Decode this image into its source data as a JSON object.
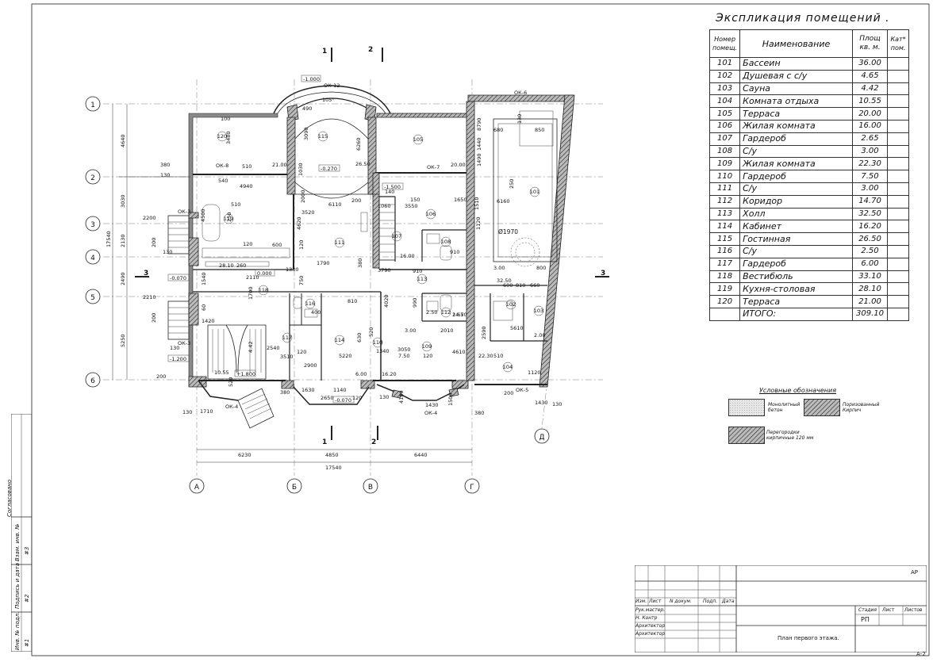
{
  "explication": {
    "title": "Экспликация помещений .",
    "header": {
      "num": "Номер помещ.",
      "name": "Наименование",
      "area": "Площ кв. м.",
      "cat": "Кат* пом."
    },
    "rows": [
      {
        "num": "101",
        "name": "Бассеин",
        "area": "36.00"
      },
      {
        "num": "102",
        "name": "Душевая с с/у",
        "area": "4.65"
      },
      {
        "num": "103",
        "name": "Сауна",
        "area": "4.42"
      },
      {
        "num": "104",
        "name": "Комната отдыха",
        "area": "10.55"
      },
      {
        "num": "105",
        "name": "Терраса",
        "area": "20.00"
      },
      {
        "num": "106",
        "name": "Жилая комната",
        "area": "16.00"
      },
      {
        "num": "107",
        "name": "Гардероб",
        "area": "2.65"
      },
      {
        "num": "108",
        "name": "С/у",
        "area": "3.00"
      },
      {
        "num": "109",
        "name": "Жилая комната",
        "area": "22.30"
      },
      {
        "num": "110",
        "name": "Гардероб",
        "area": "7.50"
      },
      {
        "num": "111",
        "name": "С/у",
        "area": "3.00"
      },
      {
        "num": "112",
        "name": "Коридор",
        "area": "14.70"
      },
      {
        "num": "113",
        "name": "Холл",
        "area": "32.50"
      },
      {
        "num": "114",
        "name": "Кабинет",
        "area": "16.20"
      },
      {
        "num": "115",
        "name": "Гостинная",
        "area": "26.50"
      },
      {
        "num": "116",
        "name": "С/у",
        "area": "2.50"
      },
      {
        "num": "117",
        "name": "Гардероб",
        "area": "6.00"
      },
      {
        "num": "118",
        "name": "Вестибюль",
        "area": "33.10"
      },
      {
        "num": "119",
        "name": "Кухня-столовая",
        "area": "28.10"
      },
      {
        "num": "120",
        "name": "Терраса",
        "area": "21.00"
      }
    ],
    "total_label": "ИТОГО:",
    "total_area": "309.10"
  },
  "legend": {
    "title": "Условные обозначения",
    "items": [
      "Монолитный бетон",
      "Поризованный Кирпич",
      "Перегородки кирпичные 120 мм"
    ]
  },
  "stamp": {
    "code": "АР",
    "cols": [
      "Изм.",
      "Лист",
      "N докум.",
      "Подп.",
      "Дата"
    ],
    "roles": [
      "Рук.мастер.",
      "Н. Контр",
      "Архитектор",
      "Архитектор"
    ],
    "stage_labels": [
      "Стадия",
      "Лист",
      "Листов"
    ],
    "stage": "РП",
    "drawing_title": "План первого этажа."
  },
  "sidebar": {
    "labels": [
      "Согласовано",
      "Взам. инв. №",
      "Подпись и дата",
      "Инв. № подл."
    ],
    "marks": [
      "#3",
      "#2",
      "#1"
    ]
  },
  "sheet_no": "А-2",
  "plan": {
    "axes_rows": [
      "1",
      "2",
      "3",
      "4",
      "5",
      "6"
    ],
    "axes_cols": [
      "А",
      "Б",
      "В",
      "Г",
      "Д"
    ],
    "sections": [
      "1",
      "2",
      "3"
    ],
    "left_dims": [
      "4640",
      "3030",
      "2130",
      "2490",
      "5250",
      "17540"
    ],
    "bottom_dims": [
      "6230",
      "4850",
      "6440",
      "17540"
    ],
    "levels": [
      "-1.000",
      "-0.270",
      "-1.500",
      "-0.070",
      "-1.200",
      "+1.800",
      "0.000",
      "-0.070"
    ],
    "windows": [
      "ОК-12",
      "ОК-6",
      "ОК-8",
      "ОК-7",
      "ОК-3",
      "ОК-3",
      "ОК-4",
      "ОК-4",
      "ОК-5"
    ],
    "rooms": [
      "120",
      "115",
      "105",
      "119",
      "111",
      "106",
      "107",
      "108",
      "101",
      "118",
      "117",
      "116",
      "114",
      "110",
      "109",
      "113",
      "112",
      "102",
      "103",
      "104"
    ],
    "circle_label": "Ø1970",
    "dim_texts": [
      "100",
      "3480",
      "490",
      "105°",
      "3090",
      "6260",
      "26.50",
      "380",
      "130",
      "540",
      "510",
      "21.00",
      "20.00",
      "4940",
      "1030",
      "2000",
      "200",
      "140",
      "150",
      "3550",
      "1060",
      "1650",
      "510",
      "6110",
      "4620",
      "1510",
      "1120",
      "6160",
      "250",
      "8790",
      "1440",
      "1490",
      "680",
      "130",
      "850",
      "250",
      "4500",
      "3520",
      "120",
      "600",
      "28.10",
      "260",
      "120",
      "1330",
      "1790",
      "380",
      "3790",
      "910",
      "910",
      "16.00",
      "2.65",
      "3.00",
      "800",
      "750",
      "2110",
      "32.50",
      "600",
      "810",
      "660",
      "1540",
      "1700",
      "4020",
      "990",
      "810",
      "60",
      "1420",
      "400",
      "2.50",
      "14.70",
      "3.00",
      "2010",
      "2590",
      "5610",
      "2.00",
      "4.42",
      "2540",
      "120",
      "630",
      "5220",
      "3050",
      "120",
      "4610",
      "510",
      "3510",
      "2900",
      "6.00",
      "16.20",
      "7.50",
      "22.30",
      "1120",
      "10.55",
      "520",
      "1630",
      "1140",
      "2650",
      "120",
      "520",
      "1340",
      "200",
      "4160",
      "1430",
      "1500",
      "1430",
      "130",
      "380",
      "200",
      "2200",
      "200",
      "2210",
      "200",
      "130",
      "1710",
      "130",
      "380",
      "130",
      "130"
    ]
  }
}
